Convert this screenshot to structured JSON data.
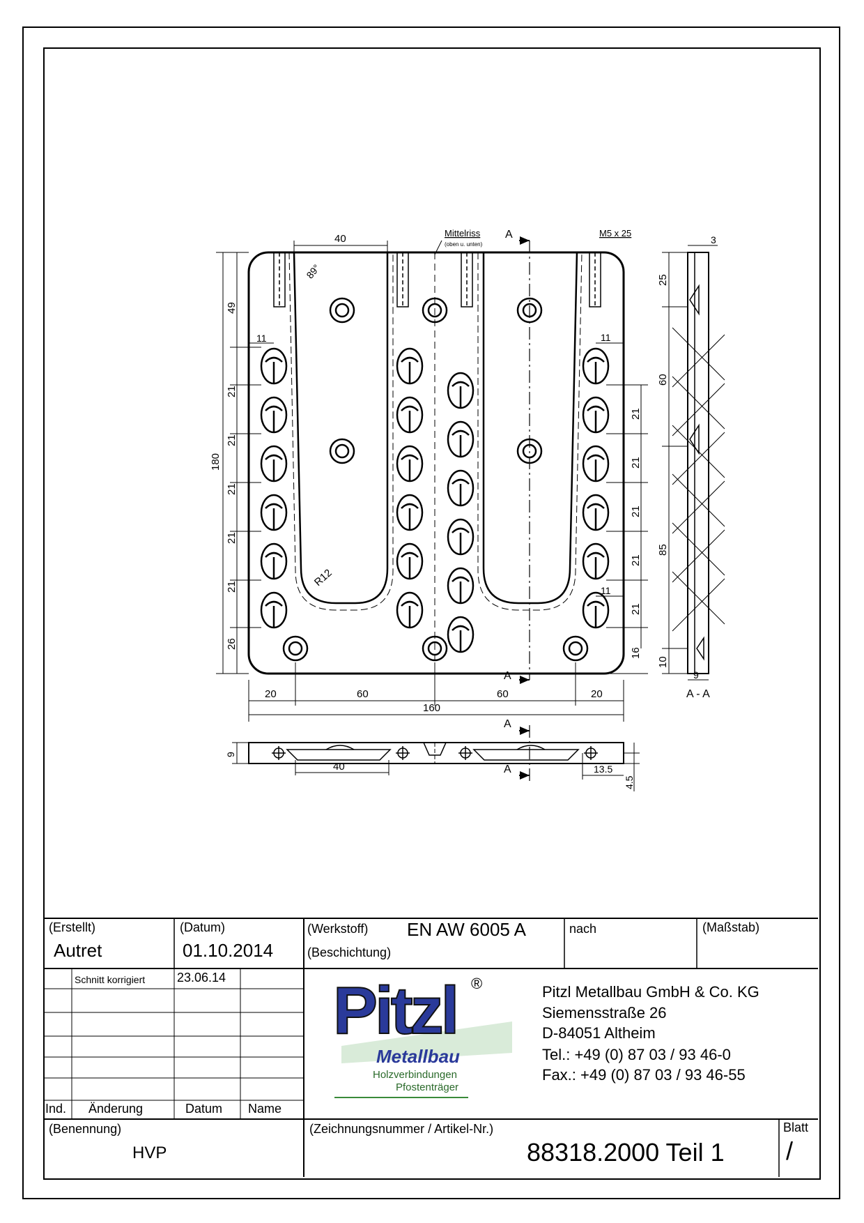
{
  "drawing": {
    "dims_top": {
      "w40": "40",
      "mittelriss": "Mittelriss",
      "mittelriss_note": "(oben u. unten)",
      "section_marker": "A",
      "thread": "M5 x 25",
      "angle": "89°"
    },
    "dims_left": {
      "d49": "49",
      "d21": "21",
      "d26": "26",
      "d180": "180",
      "d11": "11"
    },
    "dims_right": {
      "d21": "21",
      "d16": "16",
      "d11": "11"
    },
    "dims_bottom": {
      "d20": "20",
      "d60": "60",
      "d160": "160"
    },
    "radius": "R12",
    "section_view": {
      "d3": "3",
      "d25": "25",
      "d60": "60",
      "d85": "85",
      "d10": "10",
      "d9": "9",
      "label": "A - A"
    },
    "bottom_view": {
      "d9": "9",
      "d40": "40",
      "d13_5": "13.5",
      "d4_5": "4.5"
    }
  },
  "title_block": {
    "erstellt_label": "(Erstellt)",
    "erstellt_value": "Autret",
    "datum_label": "(Datum)",
    "datum_value": "01.10.2014",
    "werkstoff_label": "(Werkstoff)",
    "werkstoff_value": "EN AW 6005 A",
    "beschichtung_label": "(Beschichtung)",
    "nach_label": "nach",
    "massstab_label": "(Maßstab)",
    "revision_text": "Schnitt korrigiert",
    "revision_date": "23.06.14",
    "col_ind": "Ind.",
    "col_aenderung": "Änderung",
    "col_datum": "Datum",
    "col_name": "Name",
    "benennung_label": "(Benennung)",
    "benennung_value": "HVP",
    "zeichnungsnummer_label": "(Zeichnungsnummer / Artikel-Nr.)",
    "zeichnungsnummer_value": "88318.2000 Teil 1",
    "blatt_label": "Blatt",
    "blatt_value": "/"
  },
  "company": {
    "logo_word": "Pitzl",
    "logo_reg": "®",
    "logo_sub1": "Metallbau",
    "logo_sub2": "Holzverbindungen",
    "logo_sub3": "Pfostenträger",
    "name": "Pitzl Metallbau GmbH & Co. KG",
    "street": "Siemensstraße 26",
    "city": "D-84051 Altheim",
    "tel": "Tel.:  +49 (0) 87 03 / 93 46-0",
    "fax": "Fax.: +49 (0) 87 03 / 93 46-55"
  },
  "colors": {
    "logo_blue": "#2a3a9a",
    "logo_green": "#3a8a3a"
  }
}
